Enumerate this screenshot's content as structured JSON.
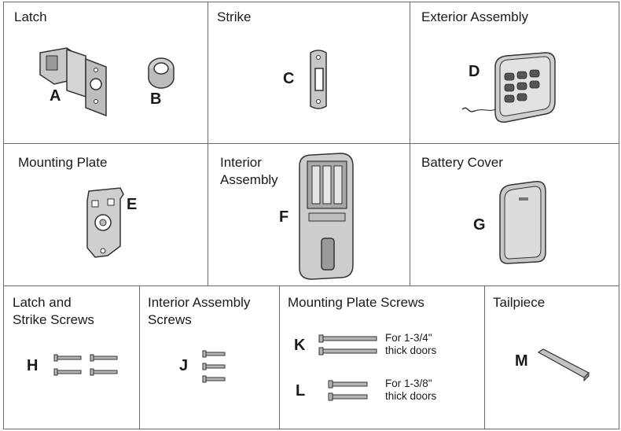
{
  "sections": {
    "latch": {
      "title": "Latch",
      "letters": [
        "A",
        "B"
      ]
    },
    "strike": {
      "title": "Strike",
      "letter": "C"
    },
    "exterior": {
      "title": "Exterior Assembly",
      "letter": "D"
    },
    "mounting_plate": {
      "title": "Mounting Plate",
      "letter": "E"
    },
    "interior": {
      "title": "Interior\nAssembly",
      "letter": "F"
    },
    "battery_cover": {
      "title": "Battery Cover",
      "letter": "G"
    },
    "latch_strike_screws": {
      "title": "Latch and\nStrike Screws",
      "letter": "H"
    },
    "interior_screws": {
      "title": "Interior Assembly\nScrews",
      "letter": "J"
    },
    "mounting_screws": {
      "title": "Mounting Plate Screws",
      "items": [
        {
          "letter": "K",
          "note": "For 1-3/4\"\nthick doors"
        },
        {
          "letter": "L",
          "note": "For 1-3/8\"\nthick doors"
        }
      ]
    },
    "tailpiece": {
      "title": "Tailpiece",
      "letter": "M"
    }
  }
}
